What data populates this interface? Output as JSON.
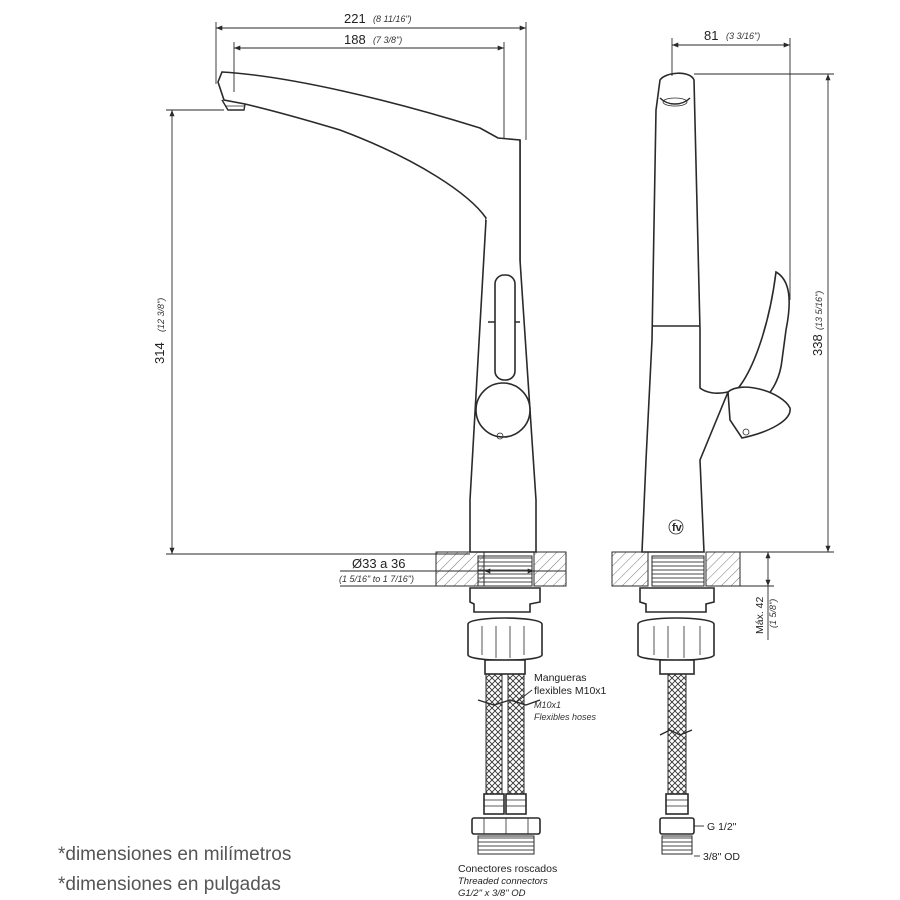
{
  "dimensions": {
    "width_total": {
      "value": "221",
      "inches": "(8 11/16\")"
    },
    "width_spout": {
      "value": "188",
      "inches": "(7 3/8\")"
    },
    "side_width": {
      "value": "81",
      "inches": "(3 3/16\")"
    },
    "height_spout": {
      "value": "314",
      "inches": "(12 3/8\")"
    },
    "height_total": {
      "value": "338",
      "inches": "(13 5/16\")"
    },
    "hole": {
      "value": "Ø33 a 36",
      "inches": "(1 5/16\" to 1 7/16\")"
    },
    "max_thickness": {
      "value": "Máx. 42",
      "inches": "(1 5/8\")"
    }
  },
  "labels": {
    "hoses_es_line1": "Mangueras",
    "hoses_es_line2": "flexibles M10x1",
    "hoses_en_line1": "M10x1",
    "hoses_en_line2": "Flexibles hoses",
    "connectors_es": "Conectores roscados",
    "connectors_en": "Threaded connectors",
    "connectors_spec": "G1/2\" x 3/8\" OD",
    "thread_g": "G 1/2\"",
    "thread_od": "3/8\" OD",
    "logo": "fv"
  },
  "footnotes": {
    "mm": "*dimensiones en milímetros",
    "inches": "*dimensiones en pulgadas"
  }
}
